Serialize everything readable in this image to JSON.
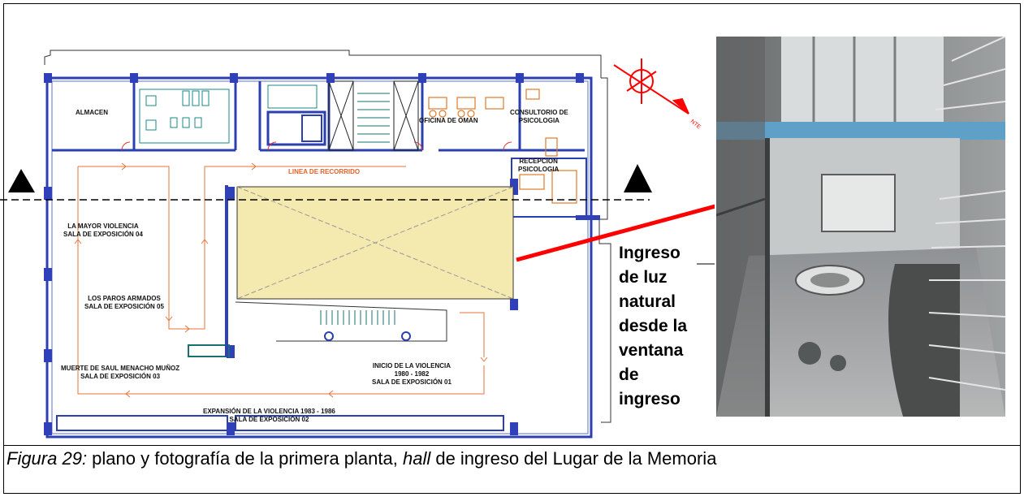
{
  "plan": {
    "rooms": {
      "almacen": "ALMACEN",
      "oficina": "OFICINA DE OMAN",
      "consultorio_line1": "CONSULTORIO DE",
      "consultorio_line2": "PSICOLOGIA",
      "recepcion_line1": "RECEPCION",
      "recepcion_line2": "PSICOLOGIA",
      "linea_recorrido": "LINEA DE RECORRIDO",
      "sala04_line1": "LA MAYOR VIOLENCIA",
      "sala04_line2": "SALA DE EXPOSICIÓN 04",
      "sala05_line1": "LOS PAROS ARMADOS",
      "sala05_line2": "SALA DE EXPOSICIÓN 05",
      "sala03_line1": "MUERTE DE SAUL MENACHO MUÑOZ",
      "sala03_line2": "SALA DE EXPOSICIÓN 03",
      "sala01_line1": "INICIO DE LA VIOLENCIA",
      "sala01_line2": "1980 - 1982",
      "sala01_line3": "SALA DE EXPOSICIÓN 01",
      "sala02_line1": "EXPANSIÓN DE LA VIOLENCIA 1983 - 1986",
      "sala02_line2": "SALA DE EXPOSICIÓN 02"
    },
    "north_label": "NTE"
  },
  "annotation": {
    "line1": "Ingreso",
    "line2": "de luz",
    "line3": "natural",
    "line4": "desde la",
    "line5": "ventana",
    "line6": "de",
    "line7": "ingreso"
  },
  "caption": {
    "figure_label": "Figura 29:",
    "text_part1": " plano y fotografía de la primera planta, ",
    "hall_word": "hall",
    "text_part2": " de ingreso del Lugar de la Memoria"
  },
  "colors": {
    "wall_blue": "#2b3fb0",
    "route_orange": "#e8733a",
    "atrium_yellow": "#f4eab0",
    "pointer_red": "#ff0000"
  }
}
